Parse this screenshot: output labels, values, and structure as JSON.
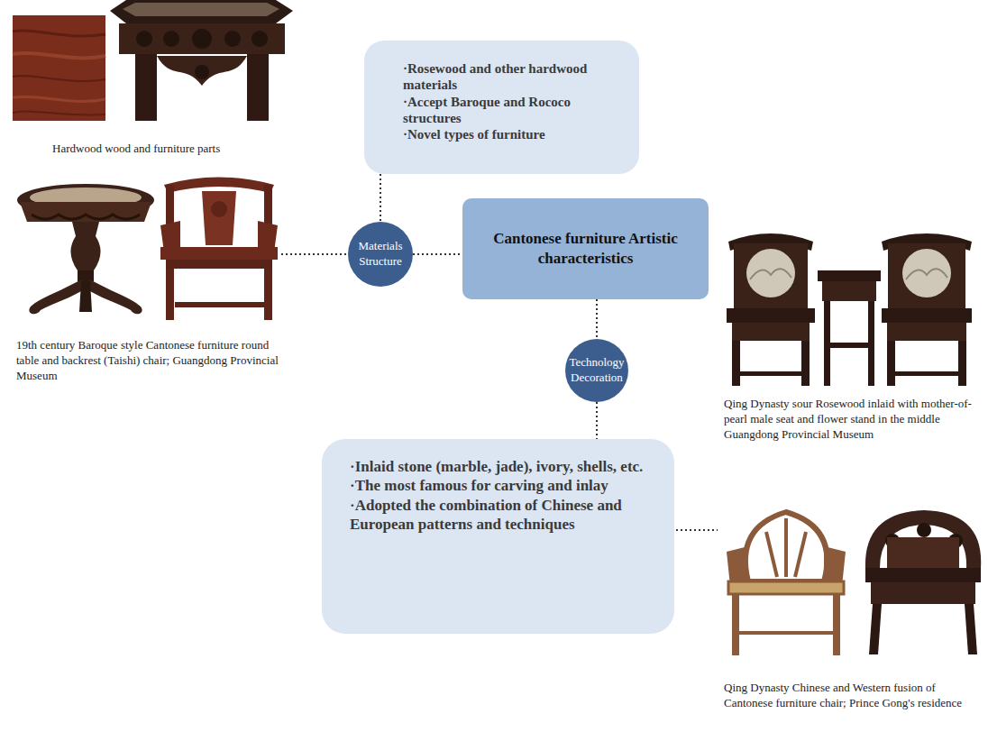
{
  "diagram": {
    "nodes": [
      {
        "text": [
          "·Rosewood and other hardwood materials",
          "·Accept Baroque and Rococo structures",
          "·Novel types of furniture"
        ]
      },
      {
        "text": [
          "Materials Structure"
        ]
      },
      {
        "text": [
          "Cantonese furniture Artistic characteristics"
        ]
      },
      {
        "text": [
          "Technology Decoration"
        ]
      },
      {
        "text": [
          "·Inlaid stone (marble, jade), ivory, shells, etc.",
          "·The most famous for carving and inlay",
          "·Adopted the combination of Chinese and European patterns and techniques"
        ]
      }
    ],
    "edges": [
      {
        "from": 0,
        "to": 1,
        "arrow": "none"
      },
      {
        "from": 1,
        "to": 2,
        "arrow": "none"
      },
      {
        "from": 2,
        "to": 3,
        "arrow": "none"
      },
      {
        "from": 3,
        "to": 4,
        "arrow": "none"
      }
    ],
    "labels": [
      "Hardwood wood and furniture parts",
      "19th century Baroque style Cantonese furniture round table and backrest (Taishi) chair; Guangdong Provincial Museum",
      "Qing Dynasty sour Rosewood inlaid with mother-of-pearl male seat and flower stand in the middle Guangdong Provincial Museum",
      "Qing Dynasty Chinese and Western fusion of Cantonese furniture chair; Prince Gong's residence"
    ]
  }
}
